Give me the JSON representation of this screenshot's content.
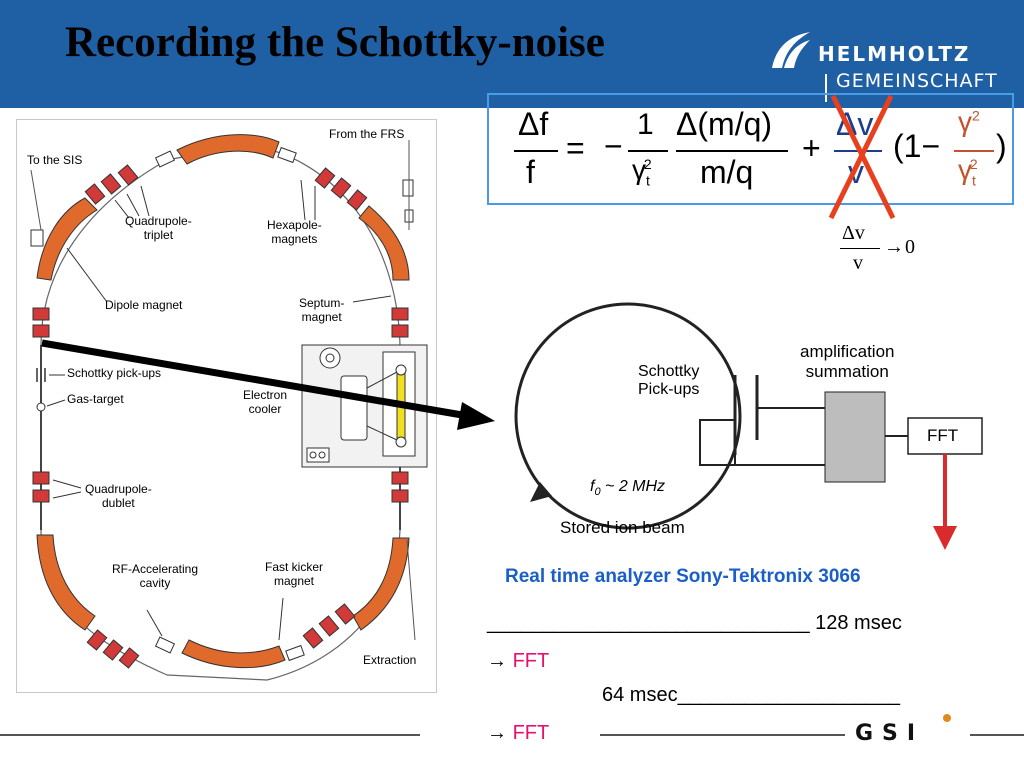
{
  "slide": {
    "title": "Recording the Schottky-noise",
    "logo": {
      "line1": "HELMHOLTZ",
      "line2": "GEMEINSCHAFT"
    },
    "footer_logo": "GSI"
  },
  "ring_diagram": {
    "labels": {
      "from_frs": "From the FRS",
      "to_sis": "To the SIS",
      "quadrupole_triplet": [
        "Quadrupole-",
        "triplet"
      ],
      "hexapole": [
        "Hexapole-",
        "magnets"
      ],
      "dipole": "Dipole magnet",
      "septum": [
        "Septum-",
        "magnet"
      ],
      "schottky": "Schottky pick-ups",
      "gas_target": "Gas-target",
      "electron_cooler": [
        "Electron",
        "cooler"
      ],
      "quadrupole_doublet": [
        "Quadrupole-",
        "dublet"
      ],
      "rf_cavity": [
        "RF-Accelerating",
        "cavity"
      ],
      "fast_kicker": [
        "Fast kicker",
        "magnet"
      ],
      "extraction": "Extraction"
    }
  },
  "formula": {
    "delta_f": "Δf",
    "f": "f",
    "equals": "=",
    "minus": "−",
    "one": "1",
    "gamma_t_sq": "γ",
    "t_sub": "t",
    "sq_sup": "2",
    "delta_mq": "Δ(m/q)",
    "mq": "m/q",
    "plus": "+",
    "delta_v": "Δv",
    "v": "v",
    "bracket": "(1−",
    "gamma_sq": "γ",
    "close": ")",
    "condition_num": "Δv",
    "condition_den": "v",
    "condition_arrow": "→",
    "condition_value": "0"
  },
  "schematic": {
    "pickups": [
      "Schottky",
      "Pick-ups"
    ],
    "amplification": [
      "amplification",
      "summation"
    ],
    "fft_box": "FFT",
    "frequency_var": "f",
    "frequency_sub": "0",
    "frequency_text": " ~ 2 MHz",
    "beam": "Stored ion beam"
  },
  "analyzer": {
    "title": "Real time analyzer Sony-Tektronix 3066",
    "line1_blank": "_____________________________",
    "line1_value": " 128 msec",
    "arrow": "→ ",
    "fft": "FFT",
    "line3_value": "64 msec",
    "line3_blank": "____________________"
  },
  "colors": {
    "header": "#1f5fa3",
    "magnet_orange": "#e06a2c",
    "quad_red": "#d23a3a",
    "formula_border": "#4a9ae6",
    "cross_red": "#e8401c",
    "analyzer_blue": "#1a5fc8",
    "fft_pink": "#e8106e",
    "arrow_red": "#d92b2b"
  }
}
